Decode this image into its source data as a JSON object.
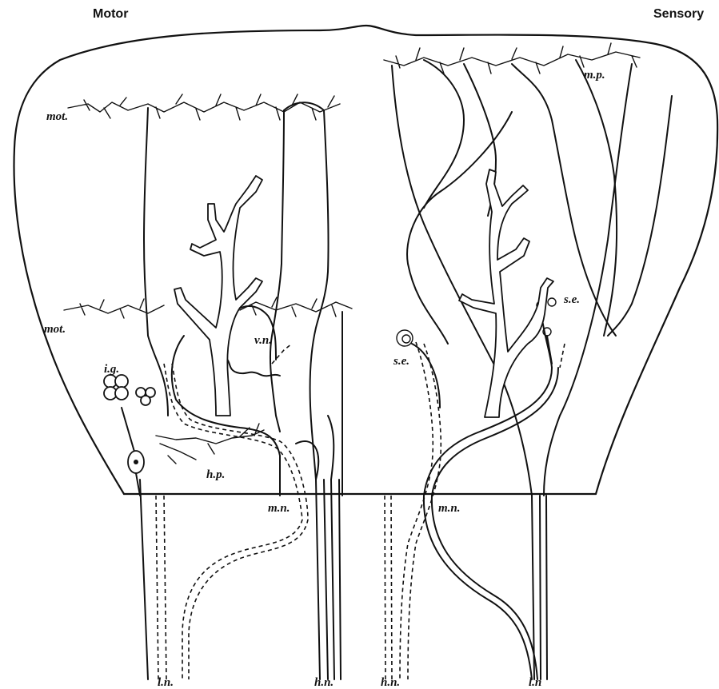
{
  "headings": {
    "left": "Motor",
    "right": "Sensory"
  },
  "labels": {
    "mot_upper": "mot.",
    "mot_lower": "mot.",
    "ig": "i.g.",
    "hp": "h.p.",
    "vn": "v.n.",
    "mn_left": "m.n.",
    "se_left": "s.e.",
    "se_right": "s.e.",
    "mp": "m.p.",
    "mn_right": "m.n.",
    "ln_left": "l.n.",
    "hn_left": "h.n.",
    "hn_right": "h.n.",
    "ln_right": "l.n"
  }
}
